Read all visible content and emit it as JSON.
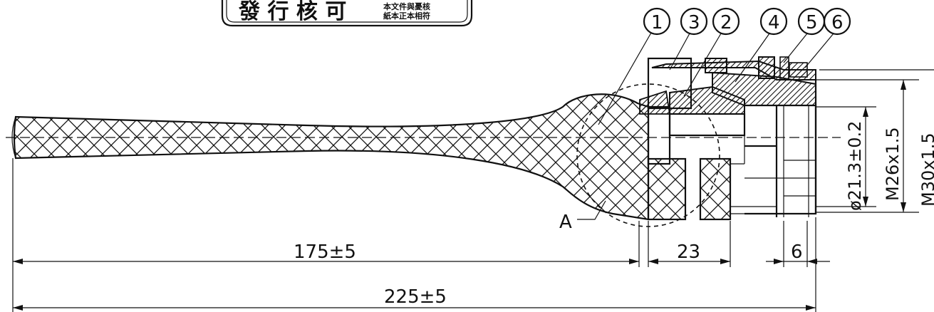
{
  "stamp": {
    "main_text": "發 行 核 可",
    "note_line1": "本文件與憂核",
    "note_line2": "紙本正本相符"
  },
  "part_labels": [
    "1",
    "3",
    "2",
    "4",
    "5",
    "6"
  ],
  "detail_label": "A",
  "dimensions": {
    "length_cable": "175±5",
    "length_total": "225±5",
    "length_body": "23",
    "length_thread": "6",
    "diameter": "ø21.3±0.2",
    "thread_inner": "M26x1.5",
    "thread_outer": "M30x1.5"
  },
  "colors": {
    "line": "#111111",
    "background": "#ffffff"
  }
}
